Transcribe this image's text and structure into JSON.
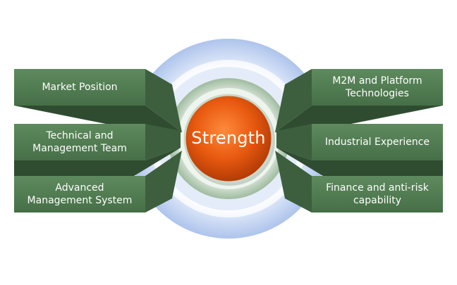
{
  "center": {
    "label": "Strength"
  },
  "left_items": [
    {
      "label": "Market Position"
    },
    {
      "label": "Technical and\nManagement Team"
    },
    {
      "label": "Advanced\nManagement System"
    }
  ],
  "right_items": [
    {
      "label": "M2M and Platform\nTechnologies"
    },
    {
      "label": "Industrial Experience"
    },
    {
      "label": "Finance and anti-risk\ncapability"
    }
  ],
  "colors": {
    "panel_face": "#4f7a4f",
    "panel_side": "#3d5f3e",
    "panel_dark": "#2f4c30",
    "center_circle": "#e8520a",
    "ring_blue": "#b9cdef",
    "ring_green": "#bcd1bc"
  }
}
